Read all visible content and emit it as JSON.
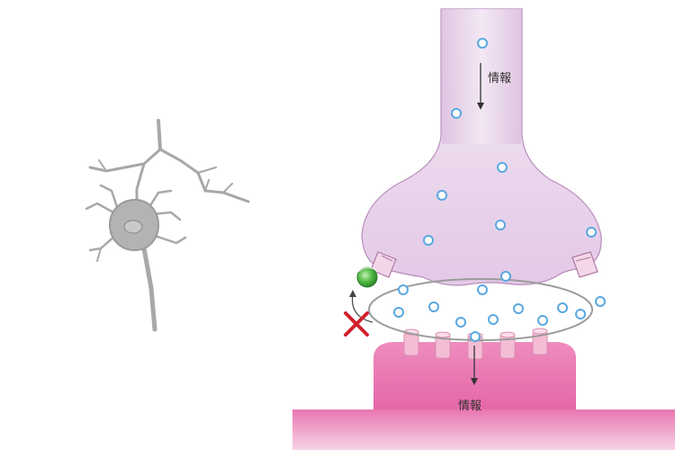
{
  "labels": {
    "info_top": "情報",
    "info_bottom": "情報"
  },
  "colors": {
    "presynaptic": "#e8d3ea",
    "presynaptic_edge": "#b78cbc",
    "postsynaptic": "#e77fb3",
    "postsynaptic_light": "#f6c4dc",
    "vesicle": "#5aa8e0",
    "receptor": "#f5bdd5",
    "blocked_mark": "#d11f2e",
    "transporter_green": "#3fae3a",
    "neuron_gray": "#a8a8a8"
  },
  "icons": [
    "neuron-illustration",
    "vesicle-icon",
    "receptor-icon",
    "reuptake-transporter-icon",
    "blocked-x-icon",
    "arrow-icon"
  ]
}
